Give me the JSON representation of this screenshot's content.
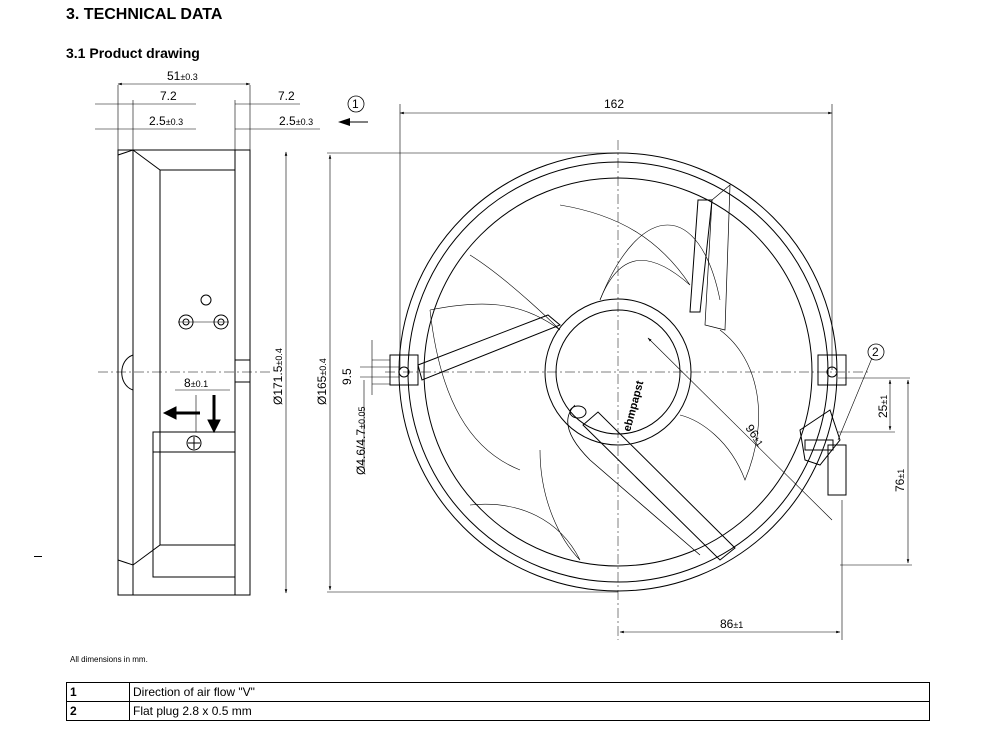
{
  "heading": "3. TECHNICAL DATA",
  "subheading": "3.1 Product drawing",
  "side_view": {
    "overall_width": "51",
    "overall_width_tol": "±0.3",
    "left_flange": "7.2",
    "right_flange": "7.2",
    "left_thickness": "2.5",
    "left_thickness_tol": "±0.3",
    "right_thickness": "2.5",
    "right_thickness_tol": "±0.3",
    "terminal_offset": "8",
    "terminal_offset_tol": "±0.1",
    "outer_diameter": "Ø171.5",
    "outer_diameter_tol": "±0.4"
  },
  "front_view": {
    "width": "162",
    "mount_diameter": "Ø165",
    "mount_diameter_tol": "±0.4",
    "hole_offset": "9.5",
    "hole_diameter": "Ø4.6/4.7",
    "hole_diameter_tol": "±0.05",
    "radius_dim": "96",
    "radius_dim_tol": "±1",
    "plug_height": "25",
    "plug_height_tol": "±1",
    "plug_vertical": "76",
    "plug_vertical_tol": "±1",
    "plug_horizontal": "86",
    "plug_horizontal_tol": "±1",
    "label_text": "ebmpapst"
  },
  "callouts": {
    "airflow": "1",
    "plug": "2"
  },
  "footnote": "All dimensions in mm.",
  "legend": [
    {
      "num": "1",
      "text": "Direction of air flow \"V\""
    },
    {
      "num": "2",
      "text": "Flat plug 2.8 x 0.5 mm"
    }
  ]
}
